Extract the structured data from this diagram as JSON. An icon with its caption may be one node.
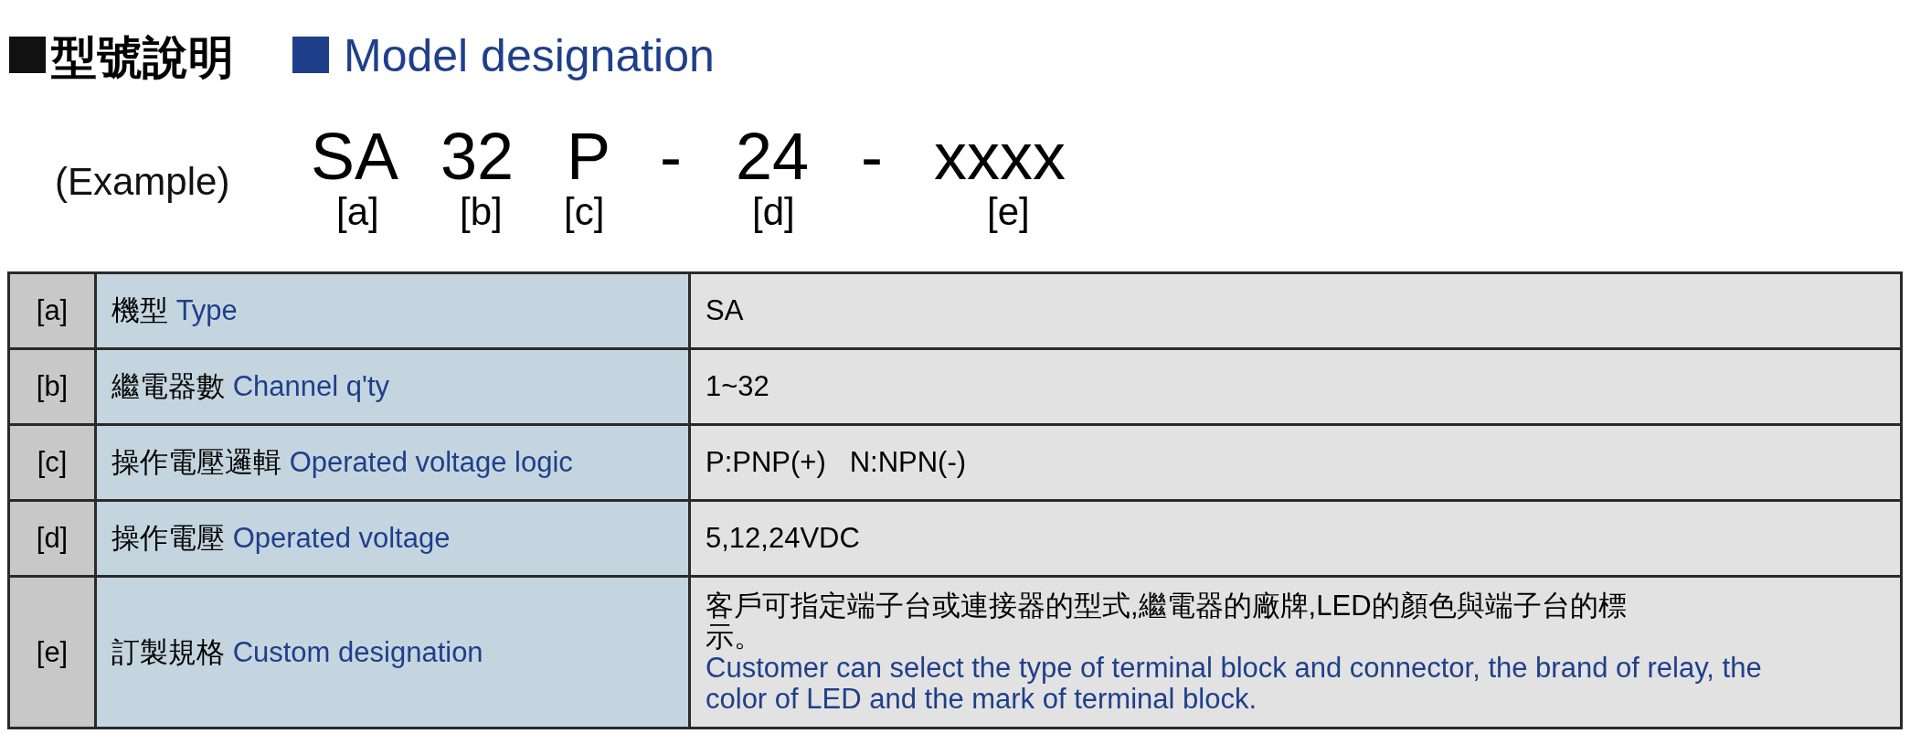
{
  "diagram": {
    "title": "型號說明",
    "labels": [
      "Model designation",
      "(Example)",
      "SA",
      "32",
      "P",
      "-",
      "24",
      "-",
      "xxxx",
      "[a]",
      "[b]",
      "[c]",
      "[d]",
      "[e]",
      "[a]",
      "機型",
      "Type",
      "SA",
      "[b]",
      "繼電器數",
      "Channel q'ty",
      "1~32",
      "[c]",
      "操作電壓邏輯",
      "Operated voltage logic",
      "P:PNP(+)",
      "N:NPN(-)",
      "[d]",
      "操作電壓",
      "Operated voltage",
      "5,12,24VDC",
      "[e]",
      "訂製規格",
      "Custom designation",
      "客戶可指定端子台或連接器的型式,繼電器的廠牌,LED的顏色與端子台的標示。",
      "Customer can select the type of terminal block and connector, the brand of relay, the color of LED and the mark of terminal block."
    ]
  }
}
